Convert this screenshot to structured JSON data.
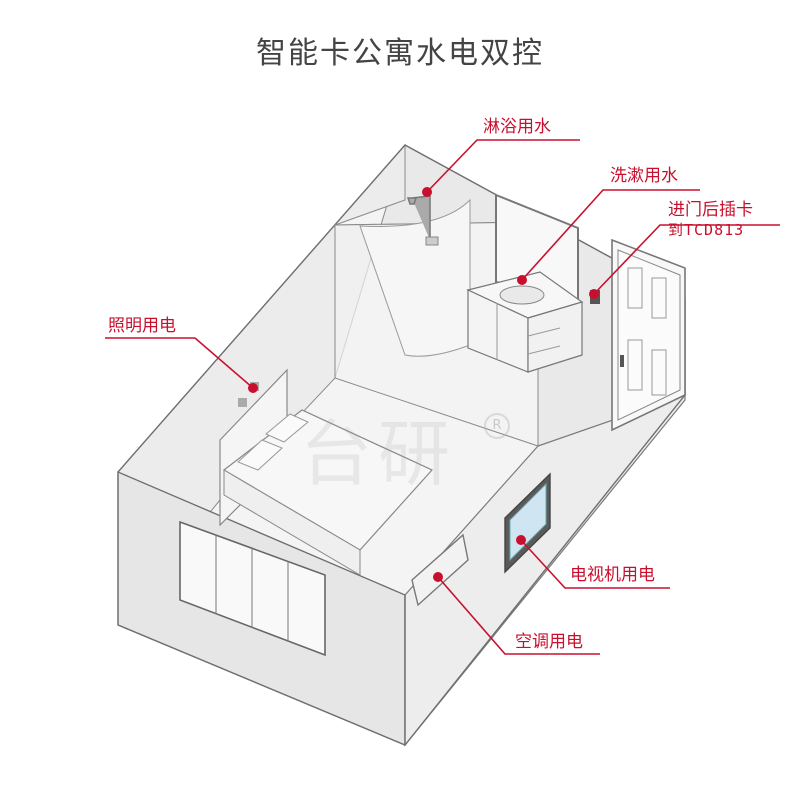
{
  "title": "智能卡公寓水电双控",
  "callouts": {
    "shower": "淋浴用水",
    "washbasin": "洗漱用水",
    "card_switch": "进门后插卡",
    "card_switch_model": "到TCD813",
    "lighting": "照明用电",
    "tv": "电视机用电",
    "aircon": "空调用电"
  },
  "watermark": {
    "text": "台研",
    "mark": "R"
  },
  "colors": {
    "callout": "#c8102e",
    "wall": "#efefef",
    "wall_dark": "#e2e2e2",
    "line": "#6f6f6f"
  }
}
